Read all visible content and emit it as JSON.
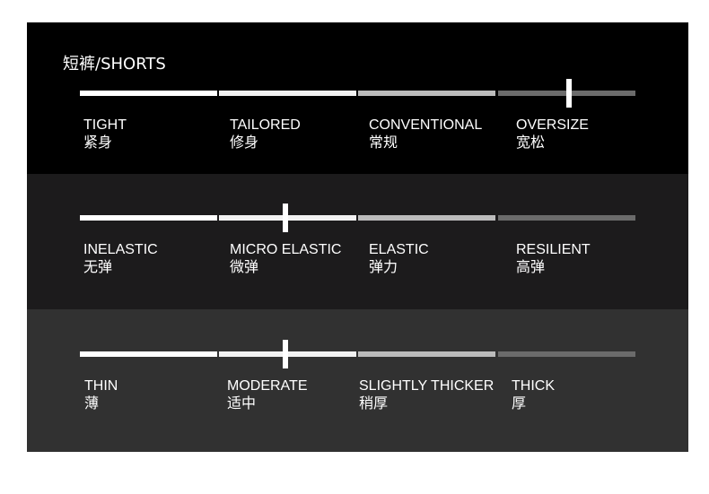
{
  "title": "短裤/SHORTS",
  "segment_colors": [
    "#ffffff",
    "#f2f2f2",
    "#bcbcbc",
    "#6b6b6b"
  ],
  "rows": [
    {
      "bg": "#000000",
      "marker_position": 0.88,
      "labels": [
        {
          "en": "TIGHT",
          "cn": "紧身"
        },
        {
          "en": "TAILORED",
          "cn": "修身"
        },
        {
          "en": "CONVENTIONAL",
          "cn": "常规"
        },
        {
          "en": "OVERSIZE",
          "cn": "宽松"
        }
      ]
    },
    {
      "bg": "#1c1b1c",
      "marker_position": 0.37,
      "labels": [
        {
          "en": "INELASTIC",
          "cn": "无弹"
        },
        {
          "en": "MICRO ELASTIC",
          "cn": "微弹"
        },
        {
          "en": "ELASTIC",
          "cn": "弹力"
        },
        {
          "en": "RESILIENT",
          "cn": "高弹"
        }
      ]
    },
    {
      "bg": "#313131",
      "marker_position": 0.37,
      "labels": [
        {
          "en": "THIN",
          "cn": "薄"
        },
        {
          "en": "MODERATE",
          "cn": "适中"
        },
        {
          "en": "SLIGHTLY THICKER",
          "cn": "稍厚"
        },
        {
          "en": "THICK",
          "cn": "厚"
        }
      ]
    }
  ]
}
